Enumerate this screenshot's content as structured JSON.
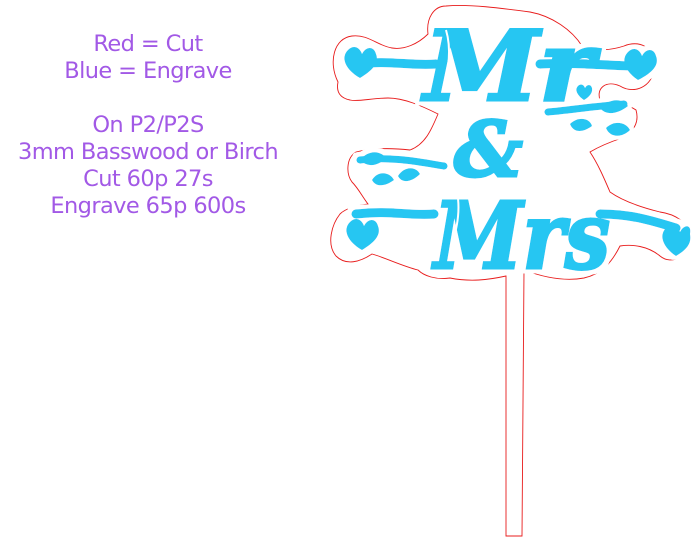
{
  "notes": {
    "line1": "Red = Cut",
    "line2": "Blue = Engrave",
    "line3": "On P2/P2S",
    "line4": "3mm Basswood or Birch",
    "line5": "Cut 60p 27s",
    "line6": "Engrave 65p 600s"
  },
  "design": {
    "word_top": "Mr",
    "word_mid": "&",
    "word_bottom": "Mrs",
    "cut_color": "#e81c1c",
    "engrave_color": "#27c6f2",
    "text_color": "#a259e6"
  }
}
